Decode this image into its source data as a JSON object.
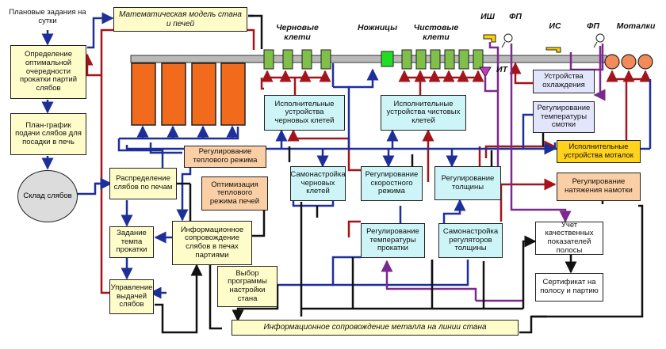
{
  "nodes": {
    "plan_day": "Плановые задания на сутки",
    "opt_order": "Определение оптимальной очередности прокатки партий слябов",
    "plan_sched": "План-график подачи слябов для посадки в печь",
    "warehouse": "Склад слябов",
    "math_model": "Математическая модель стана и печей",
    "distribution": "Распределение слябов по печам",
    "rolling_rate": "Задание темпа прокатки",
    "issue_control": "Управление выдачей слябов",
    "info_furnaces": "Информационное сопровождение слябов в печах партиями",
    "heat_regulation": "Регулирование теплового режима",
    "heat_optimization": "Оптимизация теплового режима печей",
    "program_select": "Выбор программы настройки стана",
    "rough_actuators": "Исполнительные устройства черновых клетей",
    "rough_selftuning": "Самонастройка черновых клетей",
    "speed_regulation": "Регулирование скоростного режима",
    "finish_actuators": "Исполнительные устройства чистовых клетей",
    "thickness_regulation": "Регулирование толщины",
    "temp_regulation": "Регулирование температуры прокатки",
    "thickness_selftuning": "Самонастройка регуляторов толщины",
    "cooling": "Устройства охлаждения",
    "coil_temp": "Регулирование температуры смотки",
    "coiler_actuators": "Исполнительные устройства моталок",
    "tension": "Регулирование натяжения намотки",
    "quality": "Учет качественных показателей полосы",
    "certificate": "Сертификат на полосу и партию",
    "info_line": "Информационное сопровождение металла на линии стана"
  },
  "captions": {
    "rough_stands": "Черновые клети",
    "shears": "Ножницы",
    "finish_stands": "Чистовые клети",
    "ish": "ИШ",
    "fp1": "ФП",
    "is": "ИС",
    "fp2": "ФП",
    "coilers": "Моталки",
    "it": "ИТ"
  },
  "colors": {
    "blue": "#1f2f9a",
    "red": "#a3151b",
    "black": "#111111",
    "purple": "#7a2a8c",
    "furnace": "#f26a1c",
    "stand": "#7fbf4a",
    "shears": "#22dd22",
    "coiler": "#f28a5a",
    "sensor": "#ffd200",
    "it_marker": "#c837c8"
  }
}
